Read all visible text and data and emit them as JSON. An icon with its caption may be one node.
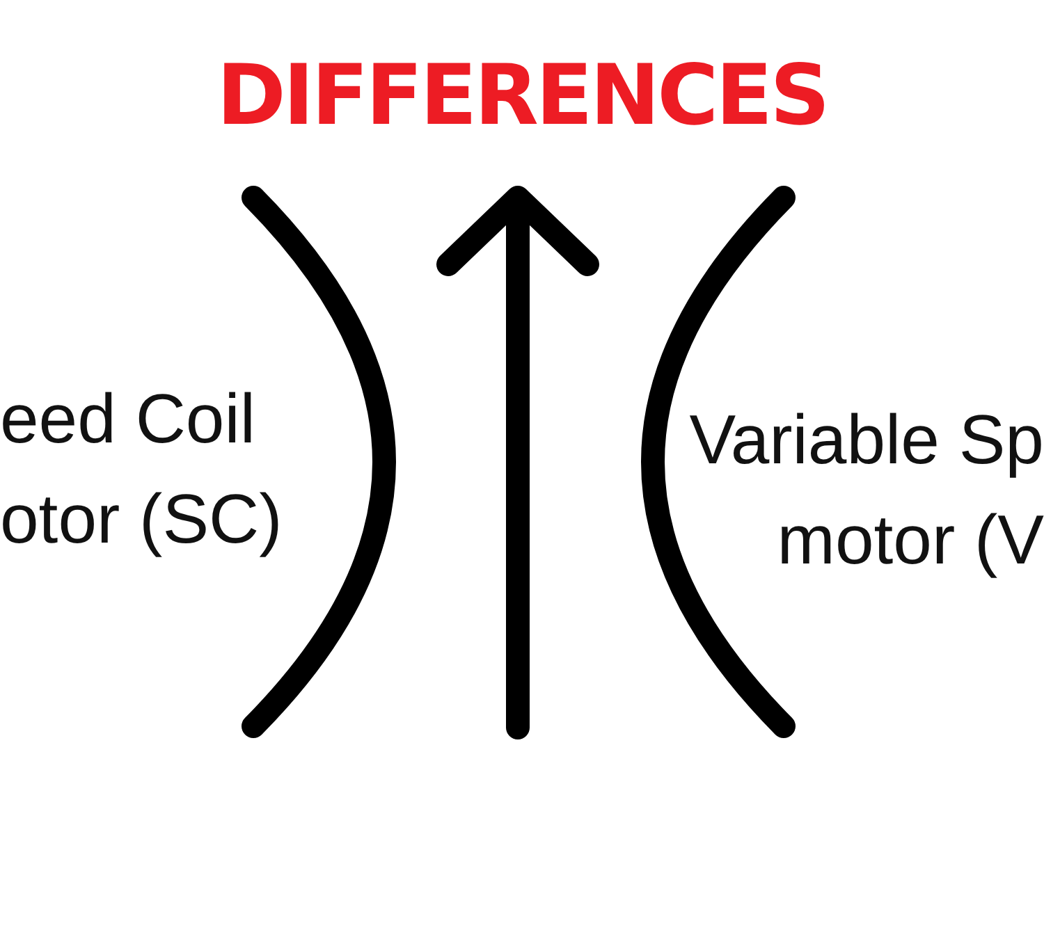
{
  "diagram": {
    "title": "DIFFERENCES",
    "labels": [
      "eed Coil otor (SC)",
      "Variable Sp motor (V"
    ]
  }
}
